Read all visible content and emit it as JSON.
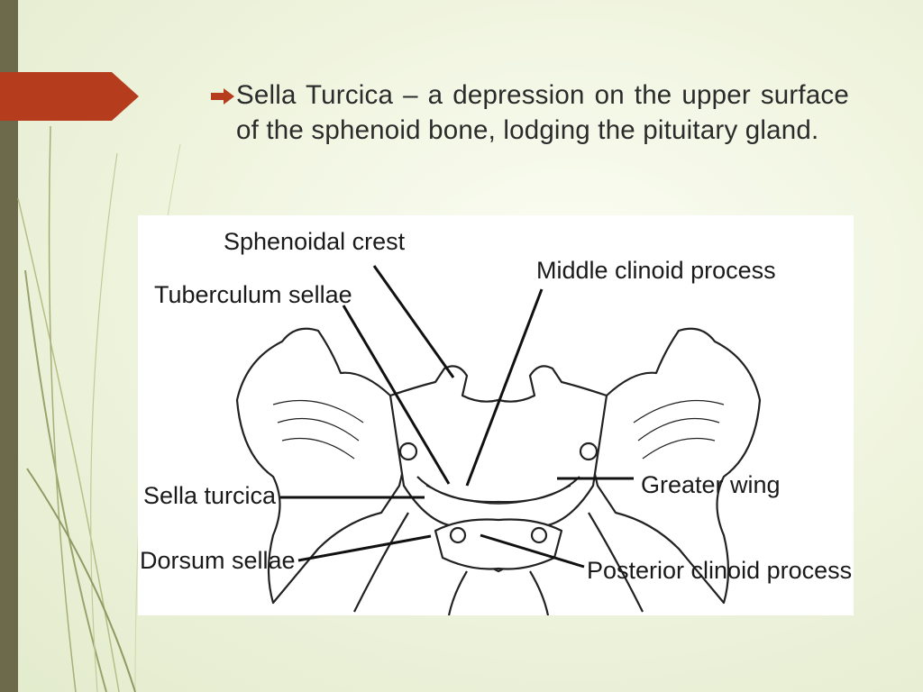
{
  "slide": {
    "bullet_icon": "arrow-pointer-icon",
    "bullet_text": "Sella Turcica – a depression on the upper surface of the sphenoid bone, lodging the pituitary gland.",
    "accent_color": "#b53d1e",
    "sidebar_color": "#6d6a4c"
  },
  "figure": {
    "labels": {
      "sphenoidal_crest": "Sphenoidal crest",
      "middle_clinoid_process": "Middle clinoid process",
      "tuberculum_sellae": "Tuberculum sellae",
      "sella_turcica": "Sella turcica",
      "greater_wing": "Greater wing",
      "dorsum_sellae": "Dorsum sellae",
      "posterior_clinoid_process": "Posterior clinoid process"
    }
  }
}
